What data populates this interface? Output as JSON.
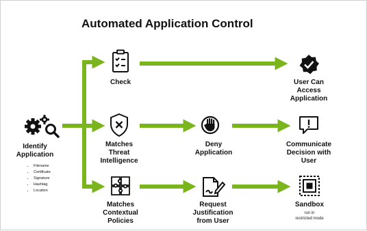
{
  "title": "Automated Application Control",
  "colors": {
    "arrow": "#7ab51d",
    "icon": "#111111",
    "background": "#ffffff"
  },
  "nodes": {
    "identify": {
      "label_line1": "Identify",
      "label_line2": "Application",
      "icon": "gears-magnifier-icon",
      "details": [
        "Filename",
        "Certificate",
        "Signature",
        "Hashtag",
        "Location"
      ]
    },
    "check": {
      "label": "Check",
      "icon": "clipboard-checklist-icon"
    },
    "threat": {
      "label_line1": "Matches",
      "label_line2": "Threat",
      "label_line3": "Intelligence",
      "icon": "shield-x-icon"
    },
    "policies": {
      "label_line1": "Matches",
      "label_line2": "Contextual",
      "label_line3": "Policies",
      "icon": "puzzle-icon"
    },
    "deny": {
      "label_line1": "Deny",
      "label_line2": "Application",
      "icon": "stop-hand-icon"
    },
    "justify": {
      "label_line1": "Request",
      "label_line2": "Justification",
      "label_line3": "from User",
      "icon": "document-pen-icon"
    },
    "access": {
      "label_line1": "User Can",
      "label_line2": "Access",
      "label_line3": "Application",
      "icon": "verified-badge-icon"
    },
    "communicate": {
      "label_line1": "Communicate",
      "label_line2": "Decision with",
      "label_line3": "User",
      "icon": "chat-alert-icon"
    },
    "sandbox": {
      "label": "Sandbox",
      "sub_line1": "run in",
      "sub_line2": "restricted mode",
      "icon": "sandbox-square-icon"
    }
  }
}
